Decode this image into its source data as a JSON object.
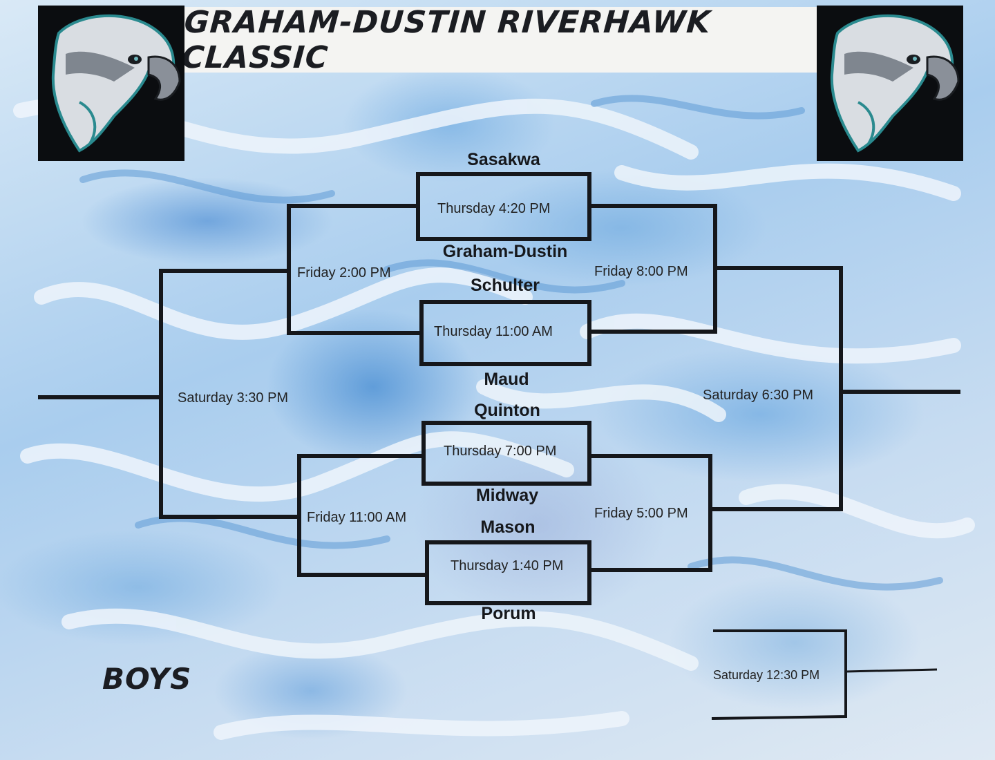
{
  "title": "GRAHAM-DUSTIN RIVERHAWK CLASSIC",
  "division": "BOYS",
  "colors": {
    "line": "#15171b",
    "logo_bg": "#0b0d10",
    "water": "#a9cdee"
  },
  "icons": {
    "logo": "riverhawk-eagle-head-icon"
  },
  "teams": {
    "sasakwa": "Sasakwa",
    "graham_dustin": "Graham-Dustin",
    "schulter": "Schulter",
    "maud": "Maud",
    "quinton": "Quinton",
    "midway": "Midway",
    "mason": "Mason",
    "porum": "Porum"
  },
  "games": {
    "thu_420": "Thursday 4:20 PM",
    "thu_1100": "Thursday 11:00  AM",
    "thu_700": "Thursday 7:00 PM",
    "thu_140": "Thursday 1:40 PM",
    "fri_200": "Friday 2:00 PM",
    "fri_800": "Friday 8:00 PM",
    "fri_1100": "Friday 11:00 AM",
    "fri_500": "Friday 5:00 PM",
    "sat_330": "Saturday 3:30 PM",
    "sat_630": "Saturday 6:30 PM",
    "sat_1230": "Saturday 12:30 PM"
  }
}
